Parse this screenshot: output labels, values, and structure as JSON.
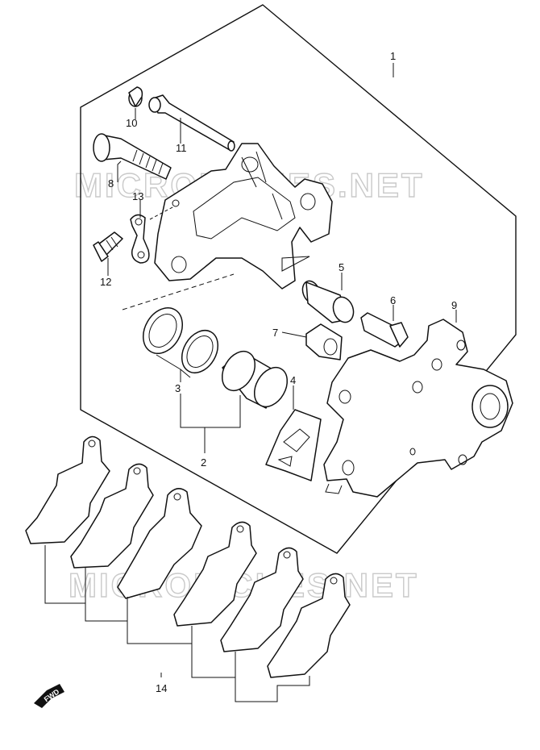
{
  "watermark": "MICROFICHES.NET",
  "fwd_badge": "FWD",
  "callouts": {
    "c1": "1",
    "c2": "2",
    "c3": "3",
    "c4": "4",
    "c5": "5",
    "c6": "6",
    "c7": "7",
    "c8": "8",
    "c9": "9",
    "c10": "10",
    "c11": "11",
    "c12": "12",
    "c13": "13",
    "c14": "14"
  }
}
